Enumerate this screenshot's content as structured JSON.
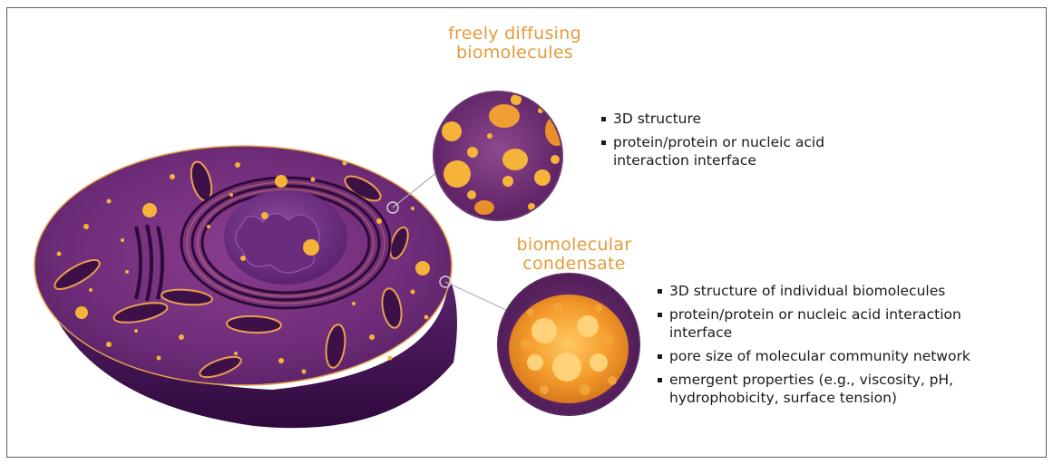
{
  "top_callout": {
    "title_line1": "freely diffusing",
    "title_line2": "biomolecules",
    "bullets": [
      "3D structure",
      "protein/protein or nucleic acid interaction interface"
    ]
  },
  "bottom_callout": {
    "title_line1": "biomolecular",
    "title_line2": "condensate",
    "bullets": [
      "3D structure of individual biomolecules",
      "protein/protein or nucleic acid interaction interface",
      "pore size of molecular community network",
      "emergent properties (e.g., viscosity, pH, hydrophobicity, surface tension)"
    ]
  },
  "colors": {
    "title_orange": "#e59a3c",
    "cell_purple": "#6b2a7a",
    "cell_dark": "#4a1456",
    "molecule_yellow": "#f6b33a"
  }
}
